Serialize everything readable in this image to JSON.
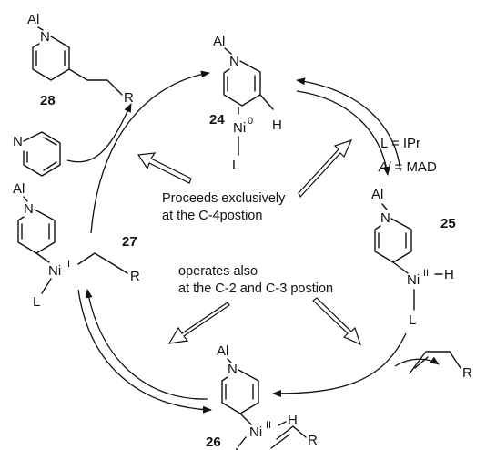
{
  "atoms": {
    "al": "Al",
    "n": "N",
    "ni": "Ni",
    "h": "H",
    "l": "L",
    "r": "R",
    "ox_0": "0",
    "ox_ii": "II",
    "l_label_part": "I"
  },
  "legend": {
    "ligand": "L = IPr",
    "lewis_acid_symbol": "Al",
    "lewis_acid_value": " = MAD"
  },
  "compounds": {
    "c24": "24",
    "c25": "25",
    "c26": "26",
    "c27": "27",
    "c28": "28"
  },
  "notes": {
    "c4_line1": "Proceeds exclusively",
    "c4_line2": "at the C-4postion",
    "c23_line1": "operates also",
    "c23_line2": "at the C-2 and C-3 postion"
  }
}
